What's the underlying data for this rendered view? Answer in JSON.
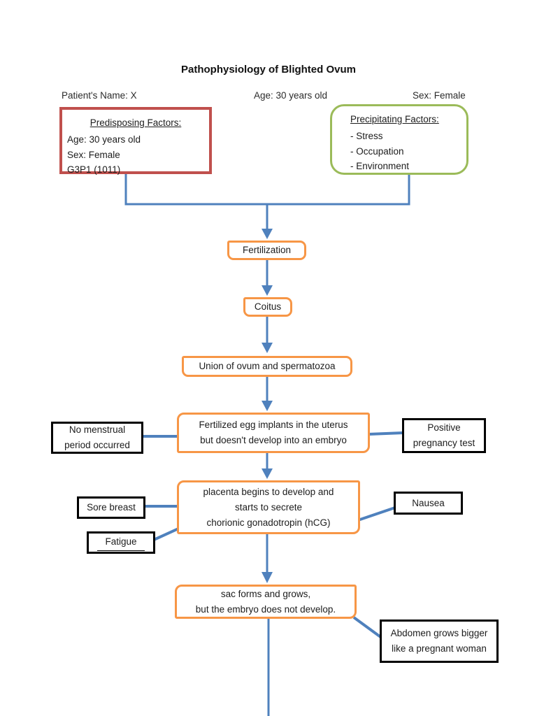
{
  "page": {
    "title": "Pathophysiology of Blighted Ovum"
  },
  "patient": {
    "name": "Patient's Name: X",
    "age": "Age: 30 years old",
    "sex": "Sex: Female"
  },
  "predisposing": {
    "heading": "Predisposing Factors:",
    "items": [
      "Age: 30 years old",
      "Sex: Female",
      "G3P1 (1011)"
    ]
  },
  "precipitating": {
    "heading": "Precipitating Factors:",
    "items": [
      "- Stress",
      "- Occupation",
      "- Environment"
    ]
  },
  "flow": {
    "fertilization": "Fertilization",
    "coitus": "Coitus",
    "union": "Union of ovum and spermatozoa",
    "implantation": "Fertilized egg implants in the uterus\nbut doesn't develop into an embryo",
    "placenta": "placenta begins to develop and\nstarts to secrete\nchorionic gonadotropin (hCG)",
    "sac": "sac forms and grows,\nbut the embryo does not develop."
  },
  "signs": {
    "no_menses": "No menstrual\nperiod occurred",
    "positive_test": "Positive\npregnancy test",
    "sore_breast": "Sore breast",
    "fatigue": "Fatigue",
    "nausea": "Nausea",
    "abdomen": "Abdomen grows bigger\nlike a pregnant woman"
  },
  "colors": {
    "connector_blue": "#4f81bd",
    "process_orange": "#f79646",
    "predisposing_red": "#c0504d",
    "precipitating_green": "#9bbb59",
    "sign_black": "#000000"
  }
}
